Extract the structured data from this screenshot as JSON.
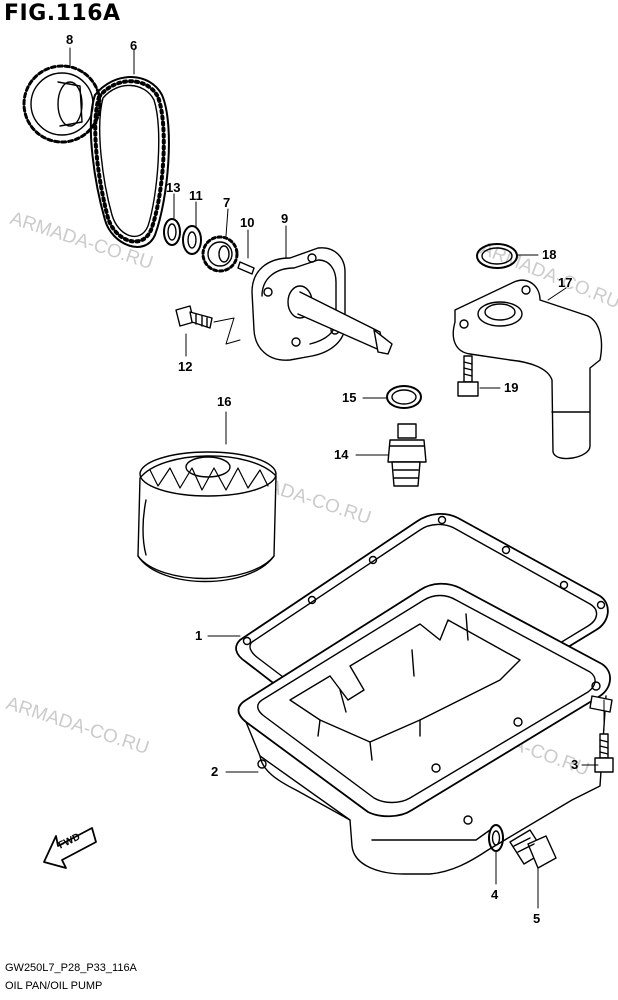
{
  "figure_id": "FIG.116A",
  "callouts": {
    "c1": "1",
    "c2": "2",
    "c3": "3",
    "c4": "4",
    "c5": "5",
    "c6": "6",
    "c7": "7",
    "c8": "8",
    "c9": "9",
    "c10": "10",
    "c11": "11",
    "c12": "12",
    "c13": "13",
    "c14": "14",
    "c15": "15",
    "c16": "16",
    "c17": "17",
    "c18": "18",
    "c19": "19"
  },
  "fwd_arrow": "FWD",
  "watermark": "ARMADA-CO.RU",
  "footer": {
    "code": "GW250L7_P28_P33_116A",
    "caption": "OIL PAN/OIL PUMP"
  },
  "colors": {
    "line": "#000000",
    "background": "#ffffff",
    "watermark": "#8e8e8e"
  }
}
